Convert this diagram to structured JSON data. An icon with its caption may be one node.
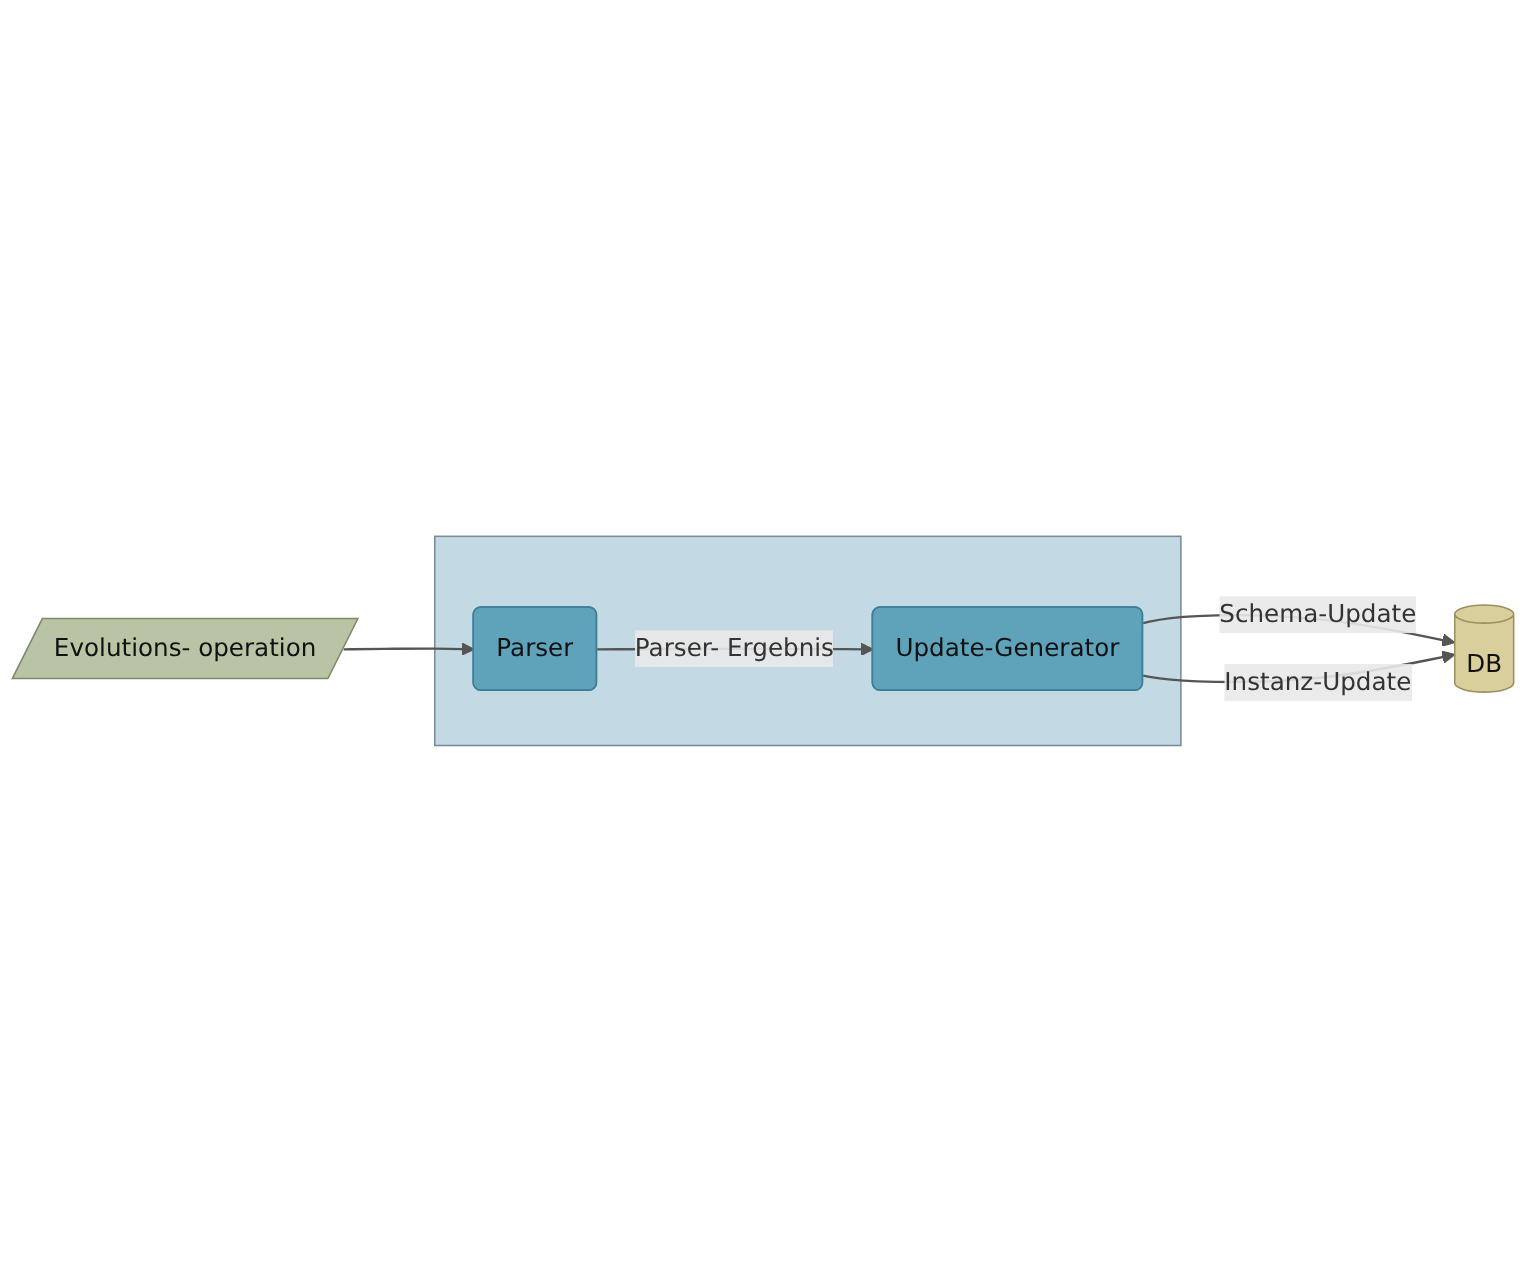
{
  "diagram": {
    "nodes": [
      {
        "text": [
          "Evolutions- operation"
        ]
      },
      {
        "text": [],
        "shape": "box"
      },
      {
        "text": [
          "Parser"
        ],
        "in": 1
      },
      {
        "text": [
          "DB"
        ]
      },
      {
        "text": [
          "Update-Generator"
        ],
        "in": 1
      }
    ],
    "edges": [
      {
        "from": 0,
        "to": 2,
        "arrow": "to"
      },
      {
        "from": 2,
        "to": 4,
        "arrow": "to",
        "label": "Parser- Ergebnis"
      },
      {
        "from": 4,
        "to": 3,
        "arrow": "to",
        "label": "Schema-Update"
      },
      {
        "from": 4,
        "to": 3,
        "arrow": "to",
        "label": "Instanz-Update"
      }
    ]
  }
}
